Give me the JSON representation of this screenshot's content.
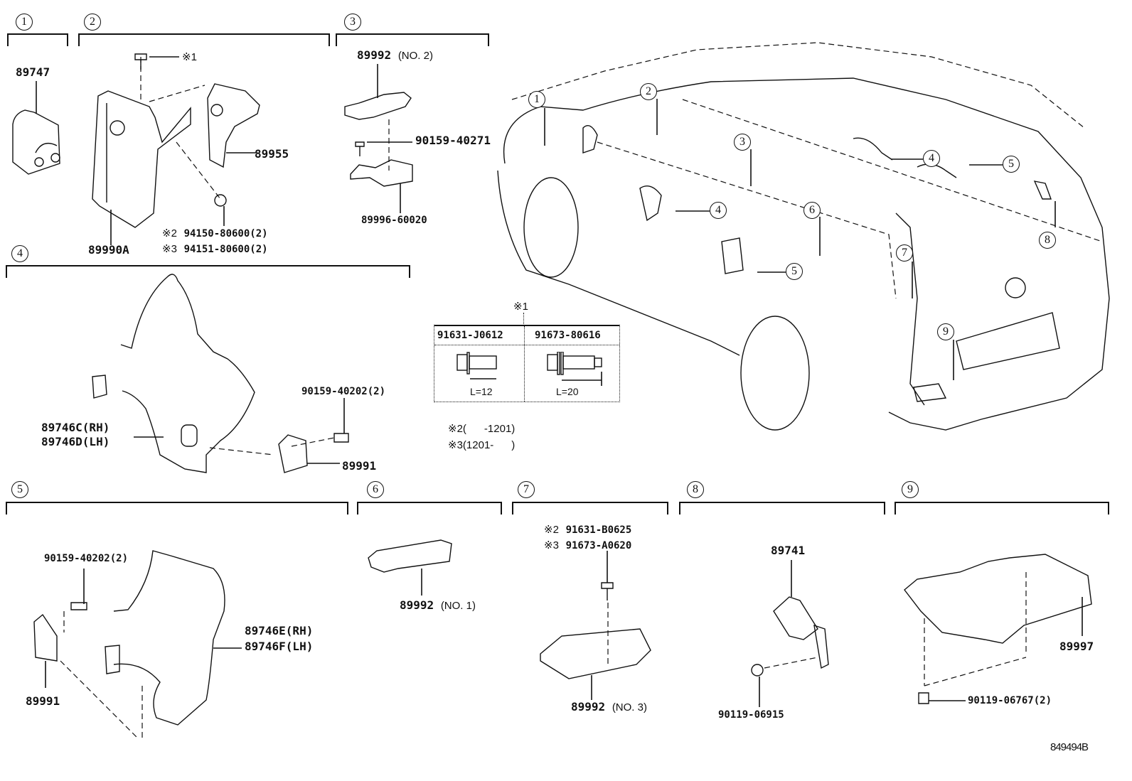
{
  "diagram": {
    "id_label": "849494B",
    "sections": [
      {
        "num": "1",
        "parts": [
          {
            "pn": "89747"
          }
        ]
      },
      {
        "num": "2",
        "parts": [
          {
            "pn": "89990A"
          },
          {
            "pn": "89955"
          },
          {
            "pn": "※1"
          },
          {
            "mark": "※2",
            "pn": "94150-80600",
            "qty": "(2)"
          },
          {
            "mark": "※3",
            "pn": "94151-80600",
            "qty": "(2)"
          }
        ]
      },
      {
        "num": "3",
        "parts": [
          {
            "pn": "89992",
            "suffix": "(NO. 2)"
          },
          {
            "pn": "90159-40271"
          },
          {
            "pn": "89996-60020"
          }
        ]
      },
      {
        "num": "4",
        "parts": [
          {
            "pn": "89746C(RH)"
          },
          {
            "pn": "89746D(LH)"
          },
          {
            "pn": "90159-40202(2)"
          },
          {
            "pn": "89991"
          }
        ]
      },
      {
        "num": "5",
        "parts": [
          {
            "pn": "90159-40202(2)"
          },
          {
            "pn": "89991"
          },
          {
            "pn": "89746E(RH)"
          },
          {
            "pn": "89746F(LH)"
          }
        ]
      },
      {
        "num": "6",
        "parts": [
          {
            "pn": "89992",
            "suffix": "(NO. 1)"
          }
        ]
      },
      {
        "num": "7",
        "parts": [
          {
            "mark": "※2",
            "pn": "91631-B0625"
          },
          {
            "mark": "※3",
            "pn": "91673-A0620"
          },
          {
            "pn": "89992",
            "suffix": "(NO. 3)"
          }
        ]
      },
      {
        "num": "8",
        "parts": [
          {
            "pn": "89741"
          },
          {
            "pn": "90119-06915"
          }
        ]
      },
      {
        "num": "9",
        "parts": [
          {
            "pn": "89997"
          },
          {
            "pn": "90119-06767(2)"
          }
        ]
      }
    ],
    "bolt_table": {
      "title": "※1",
      "columns": [
        {
          "pn": "91631-J0612",
          "length": "L=12"
        },
        {
          "pn": "91673-80616",
          "length": "L=20"
        }
      ]
    },
    "footnotes": [
      {
        "mark": "※2",
        "range": "(      -1201)"
      },
      {
        "mark": "※3",
        "range": "(1201-      )"
      }
    ],
    "vehicle_callouts": [
      "1",
      "2",
      "3",
      "4",
      "4",
      "5",
      "5",
      "6",
      "7",
      "8",
      "9"
    ]
  }
}
